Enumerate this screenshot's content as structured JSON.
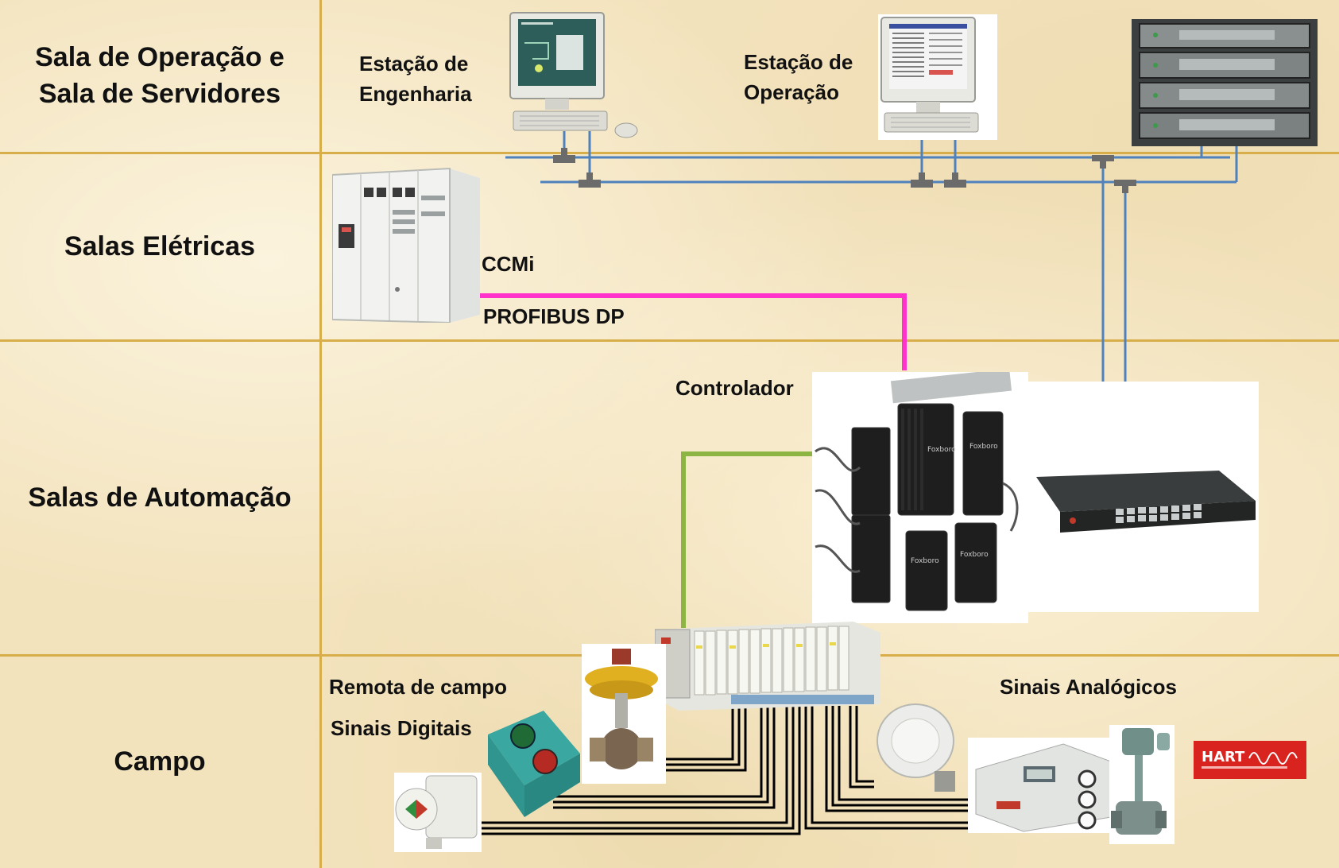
{
  "zones": [
    {
      "label": "Sala de Operação e\nSala de Servidores"
    },
    {
      "label": "Salas Elétricas"
    },
    {
      "label": "Salas de Automação"
    },
    {
      "label": "Campo"
    }
  ],
  "labels": {
    "eng_station": "Estação de\nEngenharia",
    "op_station": "Estação de\nOperação",
    "ccmi": "CCMi",
    "profibus": "PROFIBUS DP",
    "controller": "Controlador",
    "remote": "Remota de campo",
    "digital": "Sinais Digitais",
    "analog": "Sinais Analógicos"
  },
  "device_text": {
    "foxboro": "Foxboro",
    "hart_logo": "HART"
  },
  "colors": {
    "zone_border": "#d8ae4a",
    "network": "#4f81bd",
    "profibus": "#ff33cc",
    "controller_link": "#8db544",
    "field_wiring": "#000000"
  }
}
